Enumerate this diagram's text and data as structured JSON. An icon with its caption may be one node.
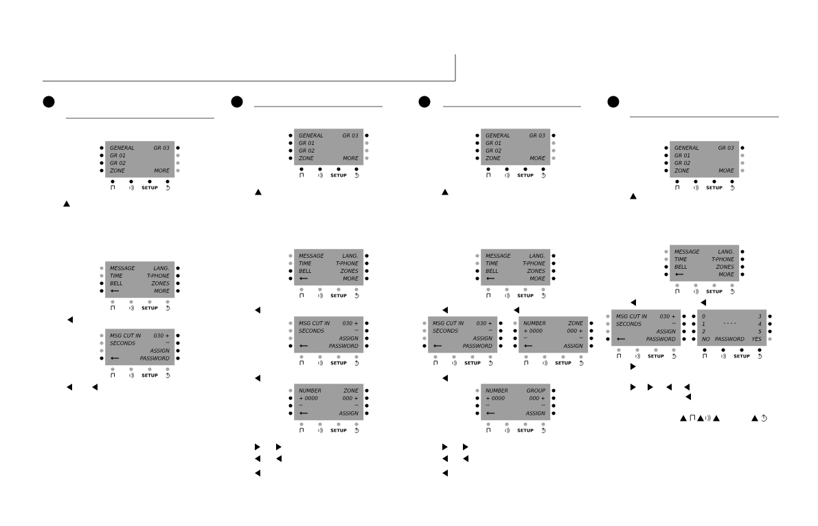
{
  "diagram": {
    "nodes": [
      {
        "text": [
          "GENERAL",
          "GR 03",
          "GR 01",
          "GR 02",
          "ZONE",
          "MORE"
        ],
        "beside": [
          "SETUP"
        ]
      },
      {
        "text": [
          "MESSAGE",
          "LANG.",
          "TIME",
          "T-PHONE",
          "BELL",
          "ZONES",
          "MORE"
        ],
        "beside": [
          "SETUP"
        ]
      },
      {
        "text": [
          "MSG CUT IN",
          "030 +",
          "SECONDS",
          "--",
          "ASSIGN",
          "PASSWORD"
        ],
        "beside": [
          "SETUP"
        ]
      },
      {
        "text": [
          "GENERAL",
          "GR 03",
          "GR 01",
          "GR 02",
          "ZONE",
          "MORE"
        ],
        "beside": [
          "SETUP"
        ]
      },
      {
        "text": [
          "MESSAGE",
          "LANG.",
          "TIME",
          "T-PHONE",
          "BELL",
          "ZONES",
          "MORE"
        ],
        "beside": [
          "SETUP"
        ]
      },
      {
        "text": [
          "MSG CUT IN",
          "030 +",
          "SECONDS",
          "--",
          "ASSIGN",
          "PASSWORD"
        ],
        "beside": [
          "SETUP"
        ]
      },
      {
        "text": [
          "NUMBER",
          "ZONE",
          "+ 0000",
          "000 +",
          "--",
          "--",
          "ASSIGN"
        ],
        "beside": [
          "SETUP"
        ]
      },
      {
        "text": [
          "GENERAL",
          "GR 03",
          "GR 01",
          "GR 02",
          "ZONE",
          "MORE"
        ],
        "beside": [
          "SETUP"
        ]
      },
      {
        "text": [
          "MESSAGE",
          "LANG.",
          "TIME",
          "T-PHONE",
          "BELL",
          "ZONES",
          "MORE"
        ],
        "beside": [
          "SETUP"
        ]
      },
      {
        "text": [
          "MSG CUT IN",
          "030 +",
          "SECONDS",
          "--",
          "ASSIGN",
          "PASSWORD"
        ],
        "beside": [
          "SETUP"
        ]
      },
      {
        "text": [
          "NUMBER",
          "ZONE",
          "+ 0000",
          "000 +",
          "--",
          "--",
          "ASSIGN"
        ],
        "beside": [
          "SETUP"
        ]
      },
      {
        "text": [
          "NUMBER",
          "GROUP",
          "+ 0000",
          "000 +",
          "--",
          "--",
          "ASSIGN"
        ],
        "beside": [
          "SETUP"
        ]
      },
      {
        "text": [
          "GENERAL",
          "GR 03",
          "GR 01",
          "GR 02",
          "ZONE",
          "MORE"
        ],
        "beside": [
          "SETUP"
        ]
      },
      {
        "text": [
          "MESSAGE",
          "LANG.",
          "TIME",
          "T-PHONE",
          "BELL",
          "ZONES",
          "MORE"
        ],
        "beside": [
          "SETUP"
        ]
      },
      {
        "text": [
          "MSG CUT IN",
          "030 +",
          "SECONDS",
          "--",
          "ASSIGN",
          "PASSWORD"
        ],
        "beside": [
          "SETUP"
        ]
      },
      {
        "text": [
          "0",
          "3",
          "1",
          "- - - -",
          "4",
          "2",
          "5",
          "NO",
          "PASSWORD",
          "YES"
        ],
        "beside": [
          "SETUP"
        ]
      }
    ]
  }
}
